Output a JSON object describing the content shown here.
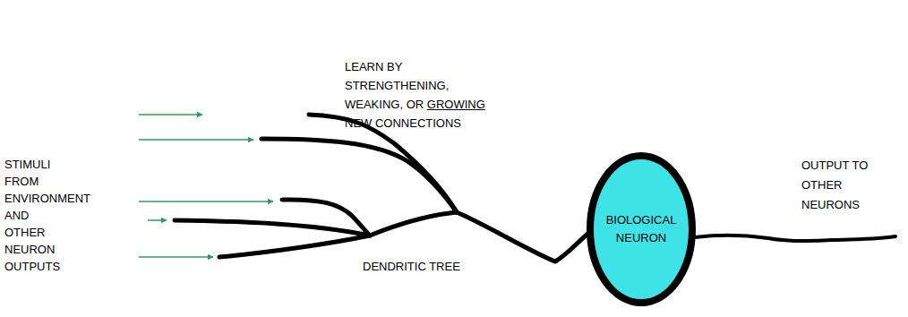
{
  "diagram": {
    "nodes": [
      {
        "text": [
          "BIOLOGICAL NEURON"
        ]
      }
    ],
    "labels": [
      "LEARN BY STRENGTHENING, WEAKING, OR GROWING NEW CONNECTIONS",
      "STIMULI FROM ENVIRONMENT AND OTHER NEURON OUTPUTS",
      "DENDRITIC TREE",
      "OUTPUT TO OTHER NEURONS"
    ]
  }
}
